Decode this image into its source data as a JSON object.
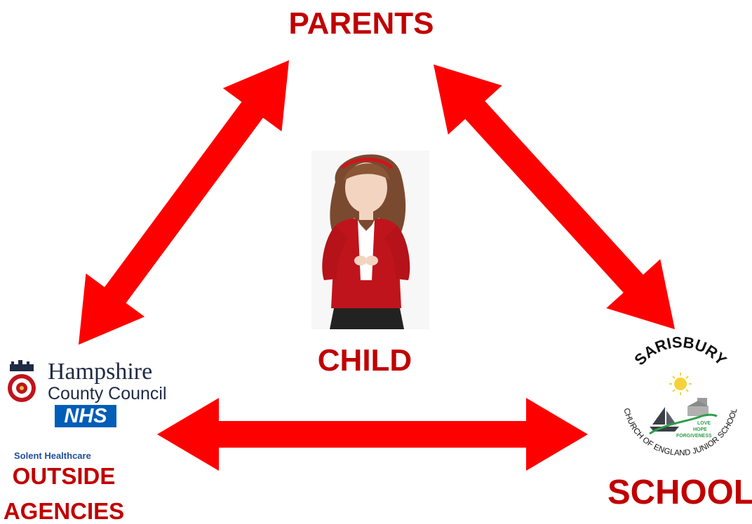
{
  "nodes": {
    "parents": "PARENTS",
    "child": "CHILD",
    "school": "SCHOOL",
    "outside_line1": "OUTSIDE",
    "outside_line2": "AGENCIES"
  },
  "logos": {
    "hampshire_line1": "Hampshire",
    "hampshire_line2": "County Council",
    "nhs": "NHS",
    "solent": "Solent Healthcare",
    "school_arc_top": "SARISBURY",
    "school_arc_bottom": "CHURCH OF ENGLAND JUNIOR SCHOOL",
    "school_values": [
      "LOVE",
      "HOPE",
      "FORGIVENESS"
    ]
  },
  "colors": {
    "arrow": "#ff0000",
    "label": "#c00000",
    "nhs_blue": "#005eb8",
    "cardigan": "#c0141c"
  }
}
